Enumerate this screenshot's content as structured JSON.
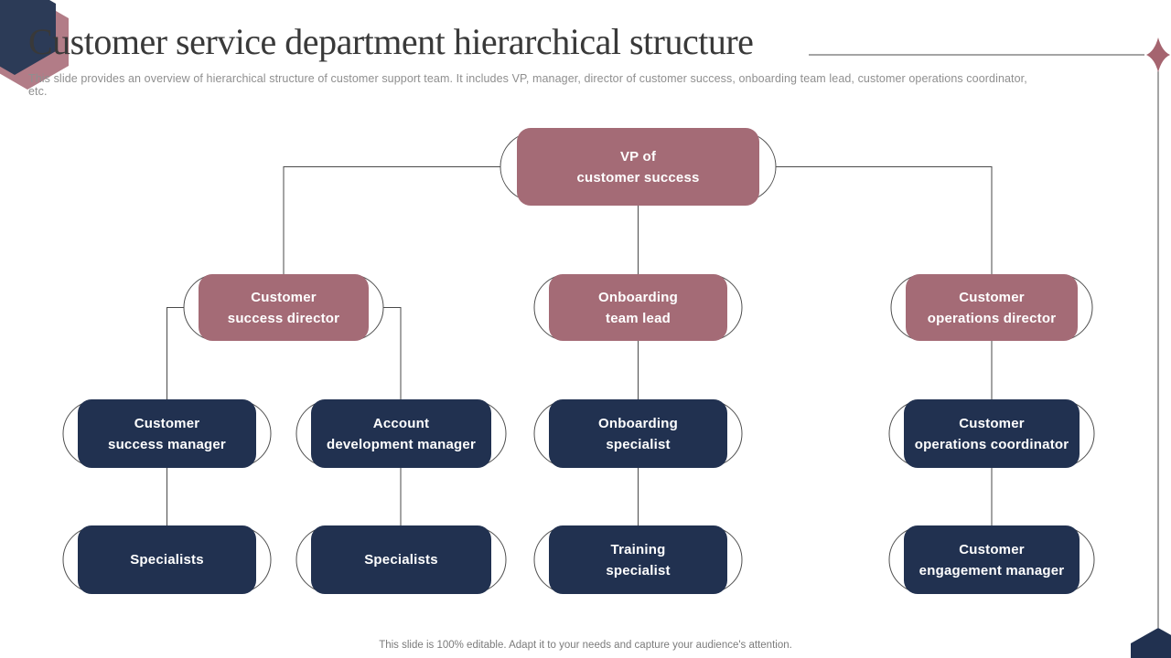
{
  "slide": {
    "title": "Customer service department hierarchical structure",
    "description": "This slide provides an overview of hierarchical structure of customer support team. It includes VP, manager, director of customer success, onboarding team lead, customer operations coordinator, etc.",
    "footer": "This slide is 100% editable. Adapt it to your needs and capture your audience's attention."
  },
  "colors": {
    "rose_box": "#a46b76",
    "navy_box": "#213150",
    "connector_line": "#4a4a4a",
    "sparkle": "#a5646f",
    "corner_hex_navy": "#2c3b57",
    "corner_hex_mauve": "#b27c87",
    "title_text": "#393939",
    "muted_text": "#8f8f8f"
  },
  "org_chart": {
    "type": "hierarchy",
    "nodes": [
      {
        "role": "VP of customer success",
        "lines": [
          "VP of",
          "customer success"
        ],
        "color": "rose",
        "reports_to": null
      },
      {
        "role": "Customer success director",
        "lines": [
          "Customer",
          "success director"
        ],
        "color": "rose",
        "reports_to": "VP of customer success"
      },
      {
        "role": "Onboarding team lead",
        "lines": [
          "Onboarding",
          "team lead"
        ],
        "color": "rose",
        "reports_to": "VP of customer success"
      },
      {
        "role": "Customer operations director",
        "lines": [
          "Customer",
          "operations director"
        ],
        "color": "rose",
        "reports_to": "VP of customer success"
      },
      {
        "role": "Customer success manager",
        "lines": [
          "Customer",
          "success manager"
        ],
        "color": "navy",
        "reports_to": "Customer success director"
      },
      {
        "role": "Account development manager",
        "lines": [
          "Account",
          "development manager"
        ],
        "color": "navy",
        "reports_to": "Customer success director"
      },
      {
        "role": "Onboarding specialist",
        "lines": [
          "Onboarding",
          "specialist"
        ],
        "color": "navy",
        "reports_to": "Onboarding team lead"
      },
      {
        "role": "Customer operations coordinator",
        "lines": [
          "Customer",
          "operations coordinator"
        ],
        "color": "navy",
        "reports_to": "Customer operations director"
      },
      {
        "role": "Specialists",
        "lines": [
          "Specialists"
        ],
        "color": "navy",
        "reports_to": "Customer success manager"
      },
      {
        "role": "Specialists",
        "lines": [
          "Specialists"
        ],
        "color": "navy",
        "reports_to": "Account development manager"
      },
      {
        "role": "Training specialist",
        "lines": [
          "Training",
          "specialist"
        ],
        "color": "navy",
        "reports_to": "Onboarding specialist"
      },
      {
        "role": "Customer engagement manager",
        "lines": [
          "Customer",
          "engagement manager"
        ],
        "color": "navy",
        "reports_to": "Customer operations coordinator"
      }
    ]
  }
}
